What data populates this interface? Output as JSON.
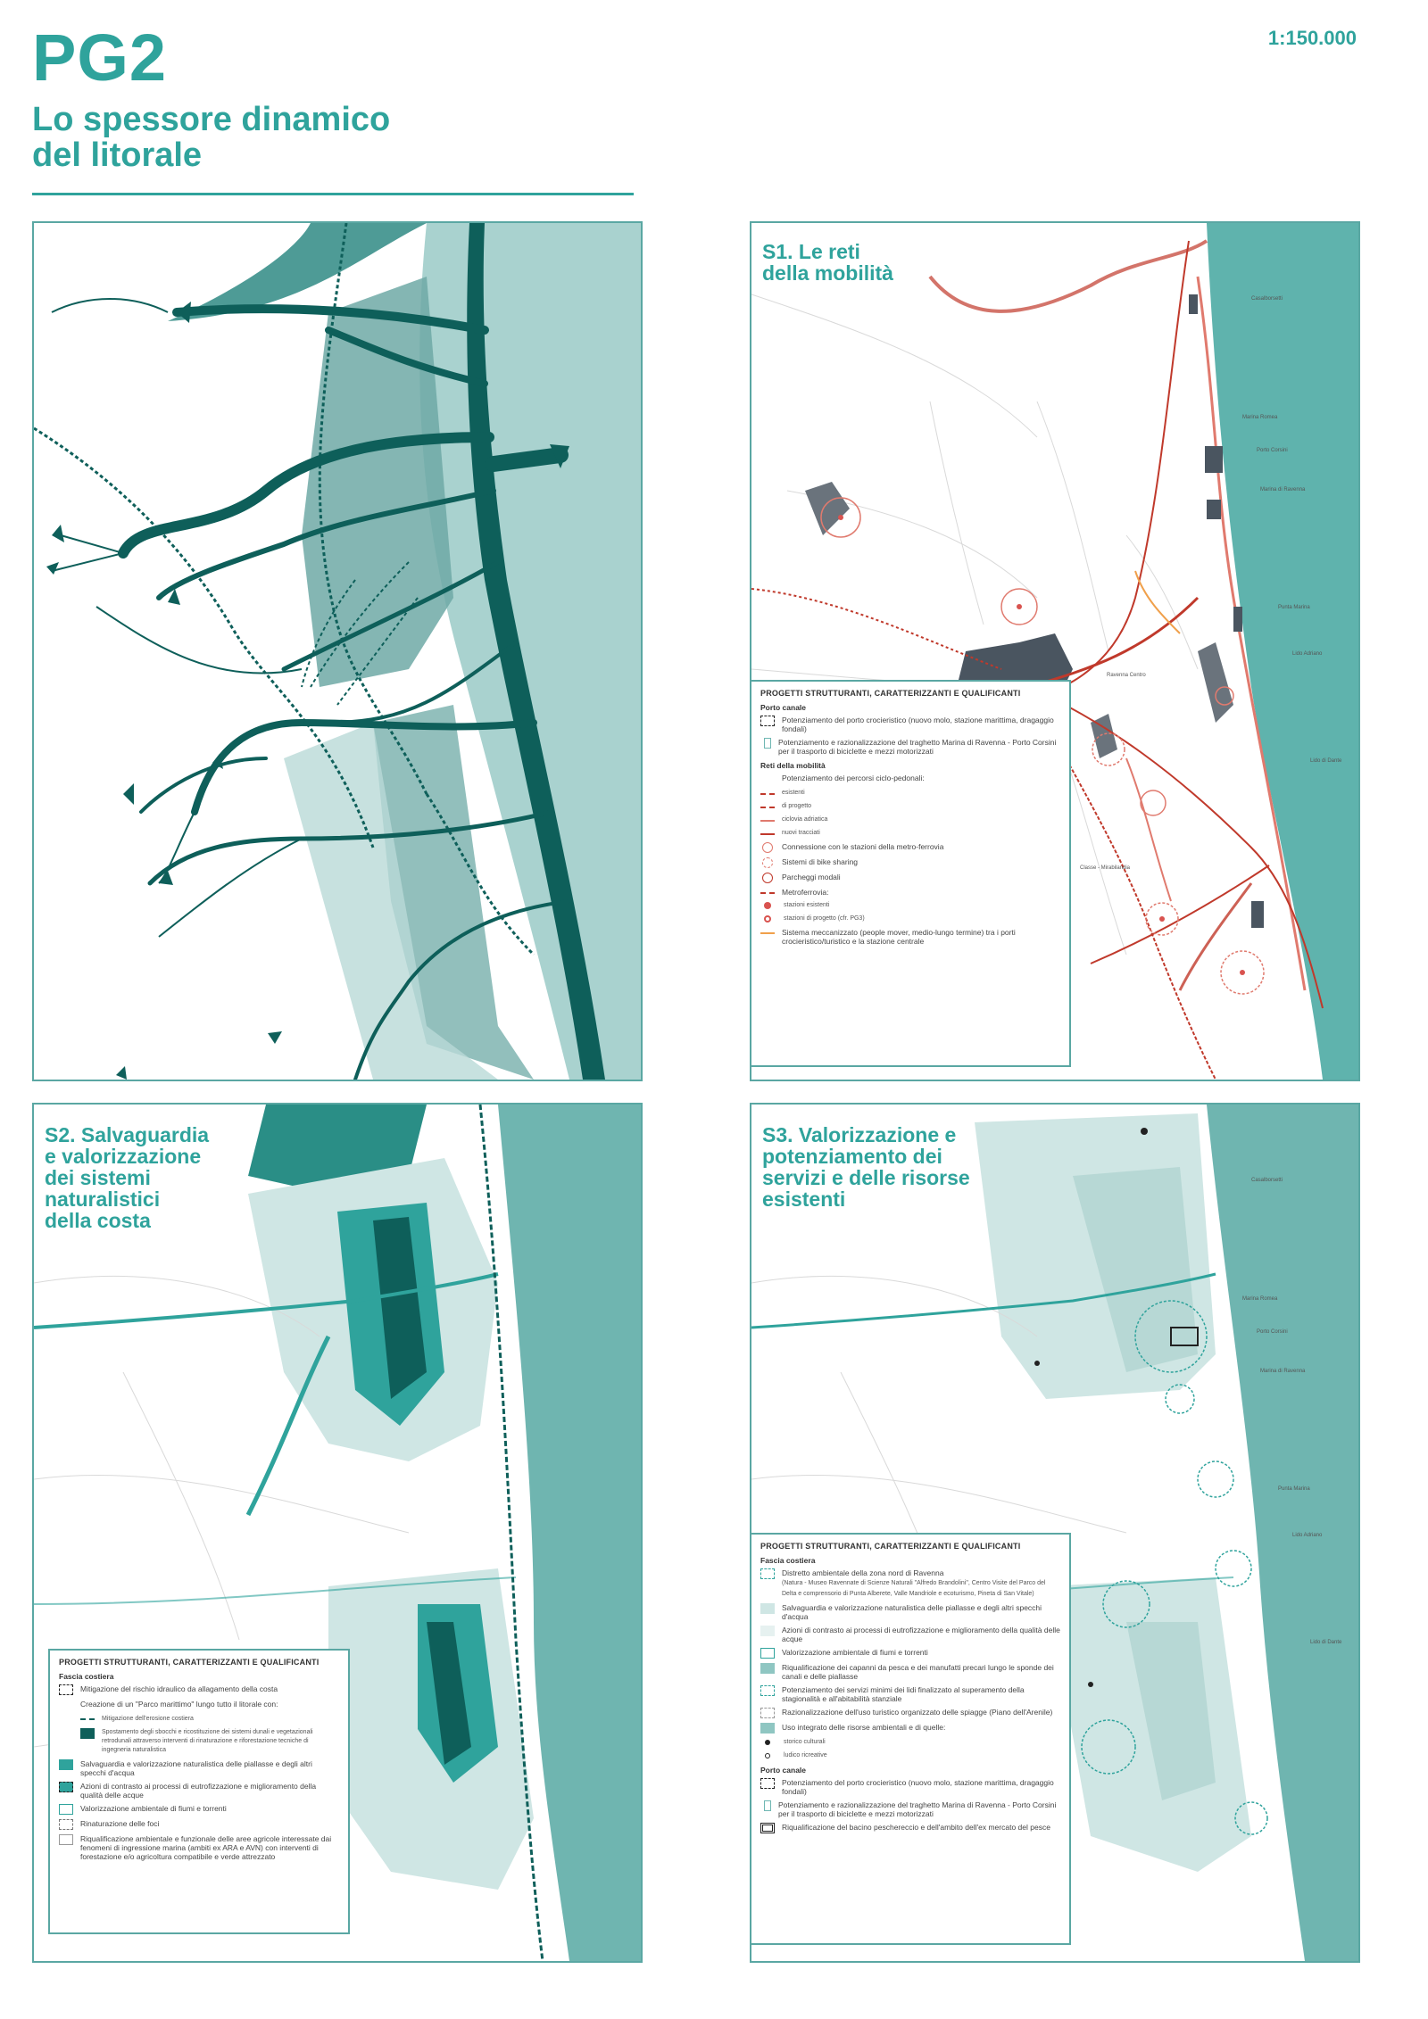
{
  "header": {
    "code": "PG2",
    "title_line1": "Lo spessore dinamico",
    "title_line2": "del litorale",
    "scale": "1:150.000"
  },
  "colors": {
    "accent": "#2fa39c",
    "sea": "#5fb3ad",
    "teal_dark": "#0e5f5a",
    "teal_light": "#cfe6e4",
    "mobility_red": "#c0392b",
    "urban_grey": "#4a5560"
  },
  "panels": {
    "s1": {
      "title_line1": "S1. Le reti",
      "title_line2": "della mobilità",
      "places": {
        "casalborsetti": "Casalborsetti",
        "marina_romea": "Marina Romea",
        "porto_corsini": "Porto Corsini",
        "marina_ravenna": "Marina di Ravenna",
        "punta_marina": "Punta Marina",
        "lido_adriano": "Lido Adriano",
        "lido_dante": "Lido di Dante",
        "ravenna_centro": "Ravenna Centro",
        "classe": "Classe - Mirabilandia"
      },
      "legend": {
        "title": "PROGETTI STRUTTURANTI, CARATTERIZZANTI E QUALIFICANTI",
        "sec_porto": "Porto canale",
        "item1": "Potenziamento del porto crocieristico (nuovo molo, stazione marittima, dragaggio fondali)",
        "item2": "Potenziamento e razionalizzazione del traghetto Marina di Ravenna - Porto Corsini per il trasporto di biciclette e mezzi motorizzati",
        "sec_reti": "Reti della mobilità",
        "item3": "Potenziamento dei percorsi ciclo-pedonali:",
        "sub1": "esistenti",
        "sub2": "di progetto",
        "sub3": "ciclovia adriatica",
        "sub4": "nuovi tracciati",
        "item4": "Connessione con le stazioni della metro-ferrovia",
        "item5": "Sistemi di bike sharing",
        "item6": "Parcheggi modali",
        "item7": "Metroferrovia:",
        "sub5": "stazioni esistenti",
        "sub6": "stazioni di progetto (cfr. PG3)",
        "item8": "Sistema meccanizzato (people mover, medio-lungo termine) tra i porti crocieristico/turistico e la stazione centrale"
      }
    },
    "s2": {
      "title_line1": "S2. Salvaguardia",
      "title_line2": "e valorizzazione",
      "title_line3": "dei sistemi",
      "title_line4": "naturalistici",
      "title_line5": "della costa",
      "legend": {
        "title": "PROGETTI STRUTTURANTI, CARATTERIZZANTI E QUALIFICANTI",
        "sec": "Fascia costiera",
        "item1": "Mitigazione del rischio idraulico da allagamento della costa",
        "item2": "Creazione di un \"Parco marittimo\" lungo tutto il litorale con:",
        "sub1": "Mitigazione dell'erosione costiera",
        "sub2": "Spostamento degli sbocchi e ricostituzione dei sistemi dunali e vegetazionali retrodunali attraverso interventi di rinaturazione e riforestazione tecniche di ingegneria naturalistica",
        "item3": "Salvaguardia e valorizzazione naturalistica delle piallasse e degli altri specchi d'acqua",
        "item4": "Azioni di contrasto ai processi di eutrofizzazione e miglioramento della qualità delle acque",
        "item5": "Valorizzazione ambientale di fiumi e torrenti",
        "item6": "Rinaturazione delle foci",
        "item7": "Riqualificazione ambientale e funzionale delle aree agricole interessate dai fenomeni di ingressione marina (ambiti ex ARA e AVN) con interventi di forestazione e/o agricoltura compatibile e verde attrezzato"
      }
    },
    "s3": {
      "title_line1": "S3. Valorizzazione e",
      "title_line2": "potenziamento dei",
      "title_line3": "servizi e delle risorse",
      "title_line4": "esistenti",
      "places": {
        "casalborsetti": "Casalborsetti",
        "marina_romea": "Marina Romea",
        "porto_corsini": "Porto Corsini",
        "marina_ravenna": "Marina di Ravenna",
        "punta_marina": "Punta Marina",
        "lido_adriano": "Lido Adriano",
        "lido_dante": "Lido di Dante"
      },
      "legend": {
        "title": "PROGETTI STRUTTURANTI, CARATTERIZZANTI E QUALIFICANTI",
        "sec1": "Fascia costiera",
        "item1": "Distretto ambientale della zona nord di Ravenna",
        "item1b": "(Natura - Museo Ravennate di Scienze Naturali \"Alfredo Brandolini\", Centro Visite del Parco del Delta e comprensorio di Punta Alberete, Valle Mandriole e ecoturismo, Pineta di San Vitale)",
        "item2": "Salvaguardia e valorizzazione naturalistica delle piallasse e degli altri specchi d'acqua",
        "item3": "Azioni di contrasto ai processi di eutrofizzazione e miglioramento della qualità delle acque",
        "item4": "Valorizzazione ambientale di fiumi e torrenti",
        "item5": "Riqualificazione dei capanni da pesca e dei manufatti precari lungo le sponde dei canali e delle piallasse",
        "item6": "Potenziamento dei servizi minimi dei lidi finalizzato al superamento della stagionalità e all'abitabilità stanziale",
        "item7": "Razionalizzazione dell'uso turistico organizzato delle spiagge (Piano dell'Arenile)",
        "item8": "Uso integrato delle risorse ambientali e di quelle:",
        "sub1": "storico culturali",
        "sub2": "ludico ricreative",
        "sec2": "Porto canale",
        "item9": "Potenziamento del porto crocieristico (nuovo molo, stazione marittima, dragaggio fondali)",
        "item10": "Potenziamento e razionalizzazione del traghetto Marina di Ravenna - Porto Corsini per il trasporto di biciclette e mezzi motorizzati",
        "item11": "Riqualificazione del bacino peschereccio e dell'ambito dell'ex mercato del pesce"
      }
    }
  }
}
